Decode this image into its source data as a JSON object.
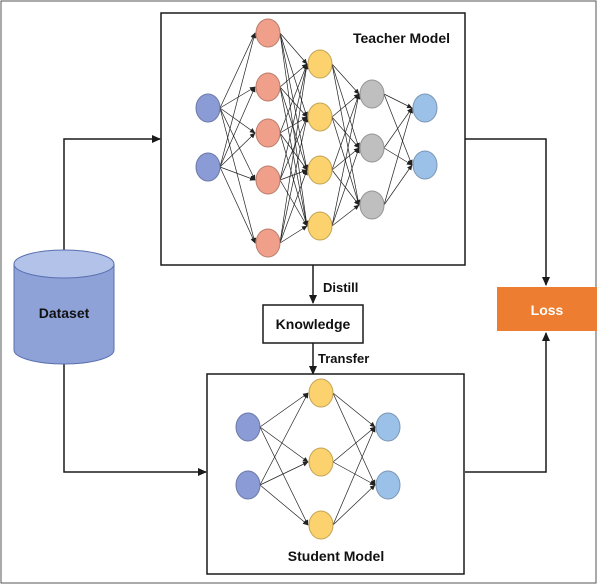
{
  "labels": {
    "teacher_model": "Teacher Model",
    "student_model": "Student Model",
    "dataset": "Dataset",
    "knowledge": "Knowledge",
    "distill": "Distill",
    "transfer": "Transfer",
    "loss": "Loss"
  },
  "teacher_network": {
    "layers": [
      {
        "count": 2,
        "color": "#8a9bd6"
      },
      {
        "count": 5,
        "color": "#f0a08a"
      },
      {
        "count": 4,
        "color": "#fbd26e"
      },
      {
        "count": 3,
        "color": "#bfbfbf"
      },
      {
        "count": 2,
        "color": "#9cc1e8"
      }
    ]
  },
  "student_network": {
    "layers": [
      {
        "count": 2,
        "color": "#8a9bd6"
      },
      {
        "count": 3,
        "color": "#fbd26e"
      },
      {
        "count": 2,
        "color": "#9cc1e8"
      }
    ]
  },
  "colors": {
    "dataset_fill": "#8ea2d8",
    "dataset_top": "#b3c2e8",
    "loss_fill": "#ed7d31",
    "line": "#1a1a1a"
  }
}
